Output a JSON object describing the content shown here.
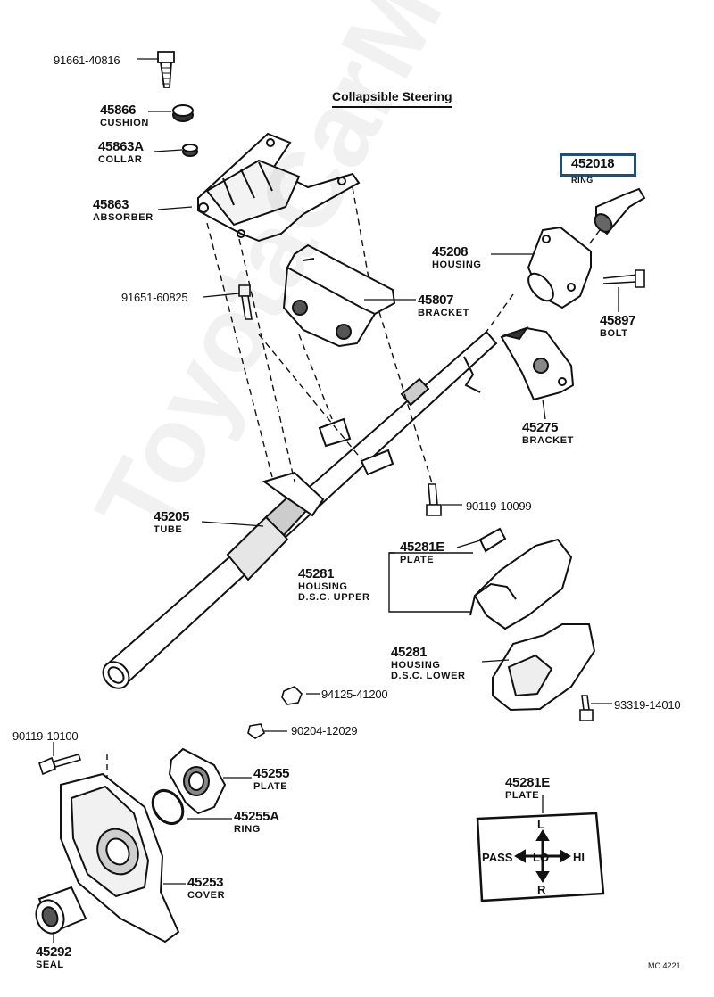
{
  "title": "Collapsible Steering",
  "highlight": {
    "number": "452018",
    "sub": "RING"
  },
  "parts": {
    "p1": {
      "number": "91661-40816"
    },
    "p2": {
      "number": "45866",
      "sub": "CUSHION"
    },
    "p3": {
      "number": "45863A",
      "sub": "COLLAR"
    },
    "p4": {
      "number": "45863",
      "sub": "ABSORBER"
    },
    "p5": {
      "number": "45208",
      "sub": "HOUSING"
    },
    "p6": {
      "number": "91651-60825"
    },
    "p7": {
      "number": "45807",
      "sub": "BRACKET"
    },
    "p8": {
      "number": "45897",
      "sub": "BOLT"
    },
    "p9": {
      "number": "45275",
      "sub": "BRACKET"
    },
    "p10": {
      "number": "90119-10099"
    },
    "p11": {
      "number": "45205",
      "sub": "TUBE"
    },
    "p12": {
      "number": "45281E",
      "sub": "PLATE"
    },
    "p13": {
      "number": "45281",
      "sub": "HOUSING",
      "sub2": "D.S.C. UPPER"
    },
    "p14": {
      "number": "45281",
      "sub": "HOUSING",
      "sub2": "D.S.C. LOWER"
    },
    "p15": {
      "number": "94125-41200"
    },
    "p16": {
      "number": "93319-14010"
    },
    "p17": {
      "number": "90204-12029"
    },
    "p18": {
      "number": "90119-10100"
    },
    "p19": {
      "number": "45255",
      "sub": "PLATE"
    },
    "p20": {
      "number": "45255A",
      "sub": "RING"
    },
    "p21": {
      "number": "45281E",
      "sub": "PLATE"
    },
    "p22": {
      "number": "45253",
      "sub": "COVER"
    },
    "p23": {
      "number": "45292",
      "sub": "SEAL"
    }
  },
  "plate_marks": {
    "top": "L",
    "bottom": "R",
    "left": "PASS",
    "center": "LO",
    "right": "HI"
  },
  "watermark": "ToyotaCarMart.ru",
  "drawing_code": "MC 4221"
}
